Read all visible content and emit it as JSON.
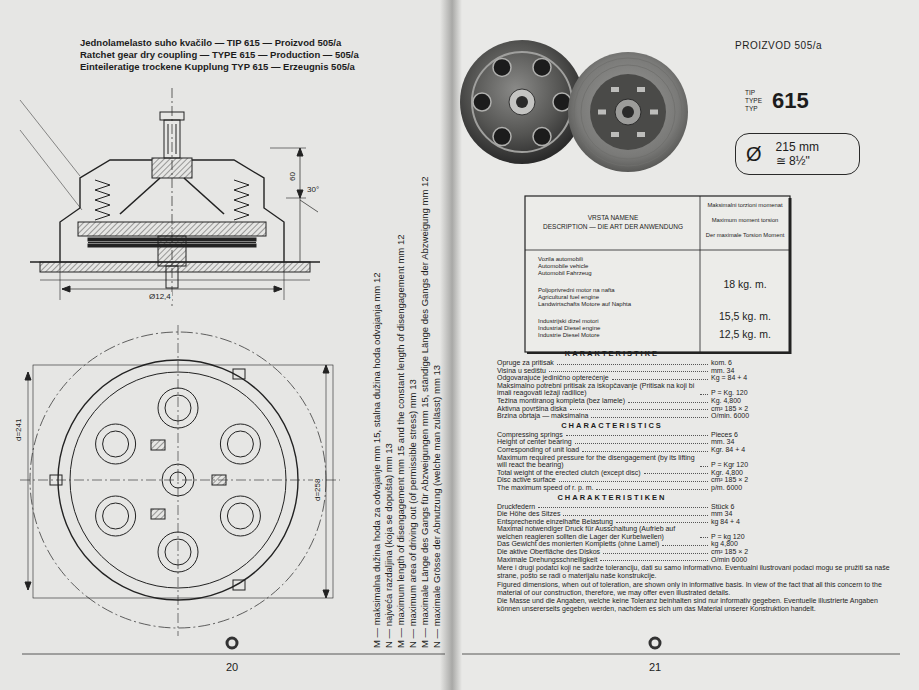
{
  "diagram": {
    "title": "Jednolamelasto suho kvačilo — TIP 615 — Proizvod 505/a",
    "nodes": [
      {
        "text": [
          "Ø",
          "215 mm",
          "≅ 8½\""
        ]
      }
    ],
    "labels": [
      "Ratchet gear dry coupling — TYPE 615 — Production — 505/a",
      "Einteileratige trockene Kupplung TYP 615 — Erzeugnis 505/a",
      "60",
      "30°",
      "Ø12,4",
      "d=258",
      "d=241",
      "M — maksimalna dužina hoda za odvajanje mm 15, stalna dužina hoda odvajanja mm 12",
      "N — najveća razdaljina (koja se dopušta) mm 13",
      "M — maximum length of disengagement mm 15 and the constant length of disengagement mm 12",
      "N — maximum area of driving out (of permissible stress) mm 13",
      "M — maximale Länge des Gangs für Abzweigungen mm 15, ständige Länge des Gangs der Abzweigung mm 12",
      "N — maximale Grösse der Abnutzung (welche man zulässt) mm 13",
      "20",
      "PROIZVOD 505/a",
      "TIP",
      "TYPE",
      "TYP",
      "615",
      "VRSTA NAMENE",
      "DESCRIPTION — DIE ART DER ANWENDUNG",
      "Maksimalni torzioni momenat",
      "Maximum moment torsion",
      "Der maximale Torsion Moment",
      "Vozila automobili",
      "Automobile vehicle",
      "Automobil Fahrzeug",
      "Poljoprivredni motor na nafta",
      "Agricultural fuel engine",
      "Landwirtschafts Motore auf Naphta",
      "Industrijski dizel motori",
      "Industrial Diesel engine",
      "Industrie Diesel Motore",
      "18 kg. m.",
      "15,5 kg. m.",
      "12,5 kg. m.",
      "KARAKTERISTIKE",
      "Opruge za pritisak",
      "kom. 6",
      "Visina u sedištu",
      "mm. 34",
      "Odgovarajuće jedinično opterećenje",
      "Kg = 84 + 4",
      "Maksimalno potrebni pritisak za iskopčavanje (Pritisak na koji bi imali reagovati ležaji radilice)",
      "P = Kg. 120",
      "Težina montiranog kompleta (bez lamele)",
      "Kg. 4,800",
      "Aktivna površina diska",
      "cm² 185 × 2",
      "Brzina obrtaja — maksimalna",
      "O/min. 6000",
      "CHARACTERISTICS",
      "Compressing springs",
      "Pieces 6",
      "Height of center bearing",
      "mm. 34",
      "Corresponding of unit load",
      "Kgr. 84 + 4",
      "Maximum required pressure for the disengagement (by its lifting will react the bearing)",
      "P = Kgr 120",
      "Total weight of the erected clutch (except disc)",
      "Kgr. 4,800",
      "Disc active surface",
      "cm² 185 × 2",
      "The maximum speed of r. p. m.",
      "p/m. 6000",
      "CHARAKTERISTIKEN",
      "Druckfedern",
      "Stück 6",
      "Die Höhe des Sitzes",
      "mm 34",
      "Entsprechende einzelhafte Belastung",
      "kg 84 + 4",
      "Maximal notwendiger Druck für Ausschaltung (Aufrieb auf welchen reagieren sollten die Lager der Kurbelwellen)",
      "P = kg 120",
      "Das Gewicht des monierten Kompletts (ohne Lamel)",
      "kg 4,800",
      "Die aktive Oberfläche des Diskos",
      "cm² 185 × 2",
      "Maximale Drehungsschnelligkeit",
      "O/min 6000",
      "Mere i drugi podatci koji ne sadrže toleranciju, dati su samo informativno. Eventualni ilustrovani podaci mogu se pružiti sa naše strane, pošto se radi o materijalu naše konstrukcije.",
      "Figured dimensions, when out of toleration, are shown only in informative basis. In view of the fact that all this concern to the material of our construction, therefore, we may offer even illustrated details.",
      "Die Masse und die Angaben, welche keine Toleranz beinhalten sind nur informativ gegeben. Eventuelle illustrierte Angaben können unsererseits gegeben werden, nachdem es sich um das Material unserer Konstruktion handelt.",
      "21"
    ]
  }
}
